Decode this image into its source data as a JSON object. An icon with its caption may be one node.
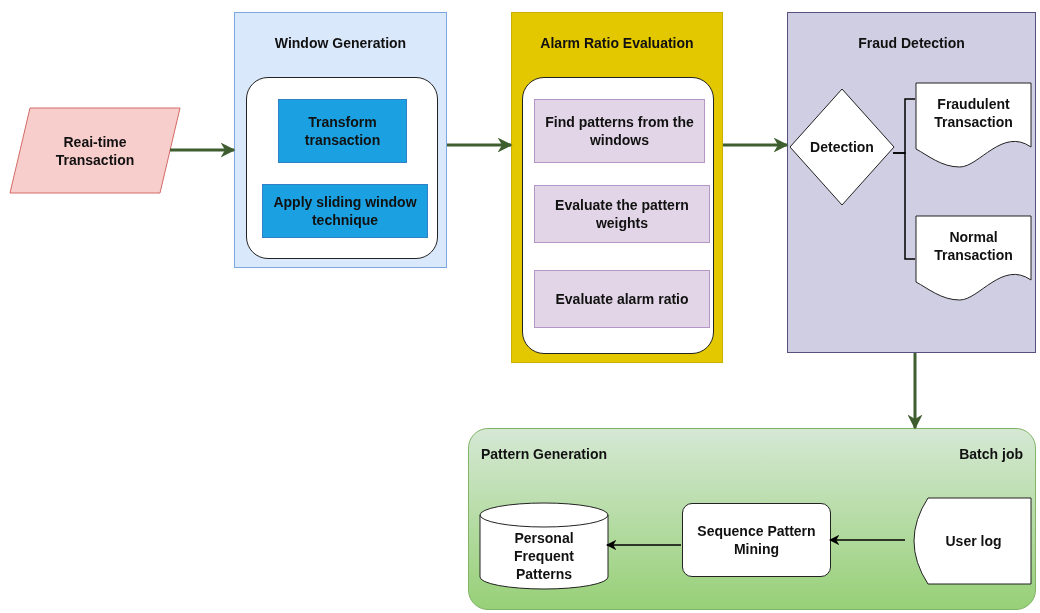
{
  "diagram": {
    "nodes": [
      {
        "text": [
          "Reai-time Transaction"
        ]
      },
      {
        "text": [
          "Window Generation"
        ]
      },
      {
        "text": [],
        "shape": "box",
        "in": 1
      },
      {
        "text": [
          "Transform transaction"
        ],
        "in": 2
      },
      {
        "text": [
          "Apply sliding window technique"
        ],
        "in": 2
      },
      {
        "text": [
          "Alarm Ratio Evaluation"
        ]
      },
      {
        "text": [],
        "shape": "box",
        "in": 5
      },
      {
        "text": [
          "Find patterns from the windows"
        ],
        "in": 6
      },
      {
        "text": [
          "Evaluate the pattern weights"
        ],
        "in": 6
      },
      {
        "text": [
          "Evaluate alarm ratio"
        ],
        "in": 6
      },
      {
        "text": [
          "Fraud Detection"
        ]
      },
      {
        "text": [
          "Detection"
        ],
        "in": 10
      },
      {
        "text": [
          "Fraudulent Transaction"
        ],
        "in": 10
      },
      {
        "text": [
          "Normal Transaction"
        ],
        "in": 10
      },
      {
        "text": [
          "Pattern Generation",
          "Batch job"
        ]
      },
      {
        "text": [
          "Personal Frequent Patterns"
        ],
        "in": 14
      },
      {
        "text": [
          "Sequence Pattern Mining"
        ],
        "in": 14
      },
      {
        "text": [
          "User log"
        ],
        "in": 14
      }
    ],
    "edges": [
      {
        "from": 0,
        "to": 1,
        "arrow": "to"
      },
      {
        "from": 1,
        "to": 5,
        "arrow": "to"
      },
      {
        "from": 5,
        "to": 10,
        "arrow": "to"
      },
      {
        "from": 11,
        "to": 12,
        "arrow": "none",
        "color": "#000000"
      },
      {
        "from": 11,
        "to": 13,
        "arrow": "none",
        "color": "#000000"
      },
      {
        "from": 10,
        "to": 14,
        "arrow": "to"
      },
      {
        "from": 17,
        "to": 16,
        "arrow": "to",
        "color": "#000000"
      },
      {
        "from": 16,
        "to": 15,
        "arrow": "to",
        "color": "#000000"
      }
    ]
  }
}
